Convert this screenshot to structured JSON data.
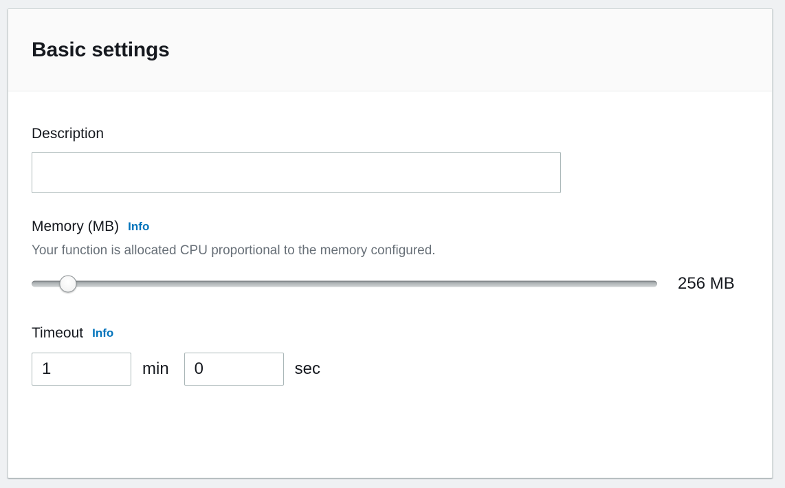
{
  "panel": {
    "title": "Basic settings"
  },
  "description": {
    "label": "Description",
    "value": "",
    "placeholder": ""
  },
  "memory": {
    "label": "Memory (MB)",
    "info_label": "Info",
    "hint": "Your function is allocated CPU proportional to the memory configured.",
    "value_display": "256 MB",
    "slider": {
      "value": 256,
      "min": 128,
      "max": 10240,
      "thumb_percent": 5.8
    }
  },
  "timeout": {
    "label": "Timeout",
    "info_label": "Info",
    "minutes_value": "1",
    "minutes_unit": "min",
    "seconds_value": "0",
    "seconds_unit": "sec"
  },
  "colors": {
    "accent_link": "#0073bb",
    "text_primary": "#16191f",
    "text_secondary": "#687078",
    "border": "#aab7b8",
    "header_bg": "#fafafa",
    "page_bg": "#eff1f3"
  }
}
